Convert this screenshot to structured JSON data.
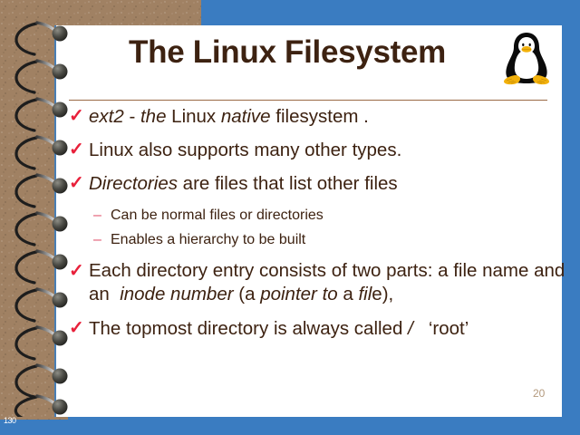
{
  "slide": {
    "title": "The Linux Filesystem",
    "page_number": "20",
    "corner_label": "130",
    "logo_name": "tux-penguin-logo",
    "colors": {
      "frame_blue": "#3a7cc1",
      "leather_brown": "#a08163",
      "title_brown": "#3d2211",
      "rule_brown": "#9a6a45",
      "check_red": "#e8203a",
      "dash_red": "#e0536c",
      "page_white": "#ffffff",
      "page_number_tan": "#b49a7e"
    },
    "markers": {
      "bullet_check": "✓",
      "sub_dash": "–"
    }
  },
  "bullets": [
    {
      "marker": "✓",
      "text": "ext2 - the Linux native filesystem .",
      "segments": [
        {
          "t": "ext2",
          "i": true
        },
        {
          "t": " - ",
          "i": false
        },
        {
          "t": "the",
          "i": true
        },
        {
          "t": " Linux ",
          "i": false
        },
        {
          "t": "native",
          "i": true
        },
        {
          "t": " filesystem .",
          "i": false
        }
      ]
    },
    {
      "marker": "✓",
      "text": "Linux also supports many other types.",
      "segments": [
        {
          "t": "Linux also supports many other types.",
          "i": false
        }
      ]
    },
    {
      "marker": "✓",
      "text": "Directories are files that list other files",
      "segments": [
        {
          "t": "Directories",
          "i": true
        },
        {
          "t": " are files that list other files",
          "i": false
        }
      ]
    }
  ],
  "sub_bullets": [
    {
      "marker": "–",
      "text": "Can be normal files or directories"
    },
    {
      "marker": "–",
      "text": "Enables a hierarchy to be built"
    }
  ],
  "bullets_after": [
    {
      "marker": "✓",
      "text": "Each directory entry consists of two parts: a file name and an inode number (a pointer to a file),",
      "segments": [
        {
          "t": "Each directory entry consists of two parts: a file name and an  ",
          "i": false
        },
        {
          "t": "inode number",
          "i": true
        },
        {
          "t": " (a ",
          "i": false
        },
        {
          "t": "pointer to",
          "i": true
        },
        {
          "t": " a ",
          "i": false
        },
        {
          "t": "fil",
          "i": true
        },
        {
          "t": "e),",
          "i": false
        }
      ]
    },
    {
      "marker": "✓",
      "text": "The topmost directory is always called /   ‘root’",
      "segments": [
        {
          "t": "The topmost directory is always called ",
          "i": false
        },
        {
          "t": "/",
          "i": true
        },
        {
          "t": "   ‘root’",
          "i": false
        }
      ]
    }
  ]
}
